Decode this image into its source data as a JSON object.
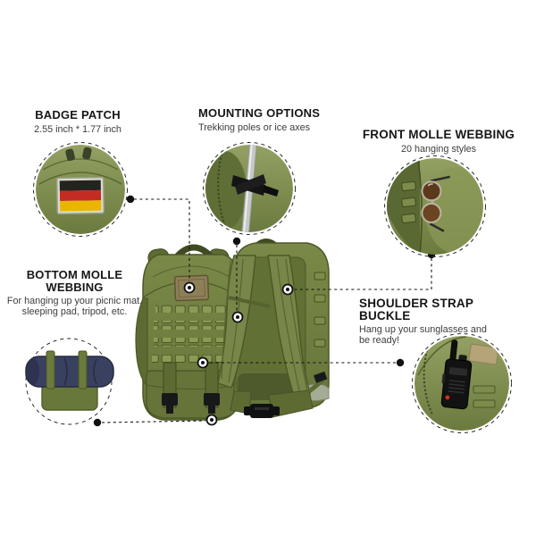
{
  "figure": {
    "kind": "product-infographic",
    "subject_front": "tactical backpack front view",
    "subject_back": "tactical backpack back view"
  },
  "colors": {
    "background": "#ffffff",
    "olive": "#6e7d3e",
    "olive_dark": "#4c5929",
    "olive_deep": "#3f4a22",
    "olive_mid": "#5d6b33",
    "olive_light": "#8b9a55",
    "olive_pale": "#99a866",
    "text": "#161616",
    "subtext": "#3c3c3c",
    "leader": "#111111",
    "flag_black": "#232320",
    "flag_red": "#c32b23",
    "flag_gold": "#eab500",
    "mat_navy": "#3a4060",
    "pole_silver": "#c6c9c6",
    "radio_black": "#121212",
    "velcro_tan": "#b4a478",
    "frame_grey": "#a3ac94"
  },
  "callouts": {
    "badge_patch": {
      "title": "BADGE PATCH",
      "subtitle": "2.55 inch * 1.77 inch",
      "photo": "german-flag-patch"
    },
    "mounting_options": {
      "title": "MOUNTING OPTIONS",
      "subtitle": "Trekking poles or ice axes",
      "photo": "trekking-pole-strapped"
    },
    "front_molle": {
      "title": "FRONT MOLLE WEBBING",
      "subtitle": "20 hanging styles",
      "photo": "sunglasses-on-webbing"
    },
    "bottom_molle": {
      "title_lines": [
        "BOTTOM MOLLE",
        "WEBBING"
      ],
      "subtitle_lines": [
        "For hanging up your picnic mat,",
        "sleeping pad, tripod, etc."
      ],
      "photo": "sleeping-mat-strapped-under-pack"
    },
    "shoulder_strap": {
      "title": "SHOULDER STRAP BUCKLE",
      "subtitle_lines": [
        "Hang up your sunglasses and",
        "be ready!"
      ],
      "photo": "walkie-talkie-on-strap"
    }
  }
}
